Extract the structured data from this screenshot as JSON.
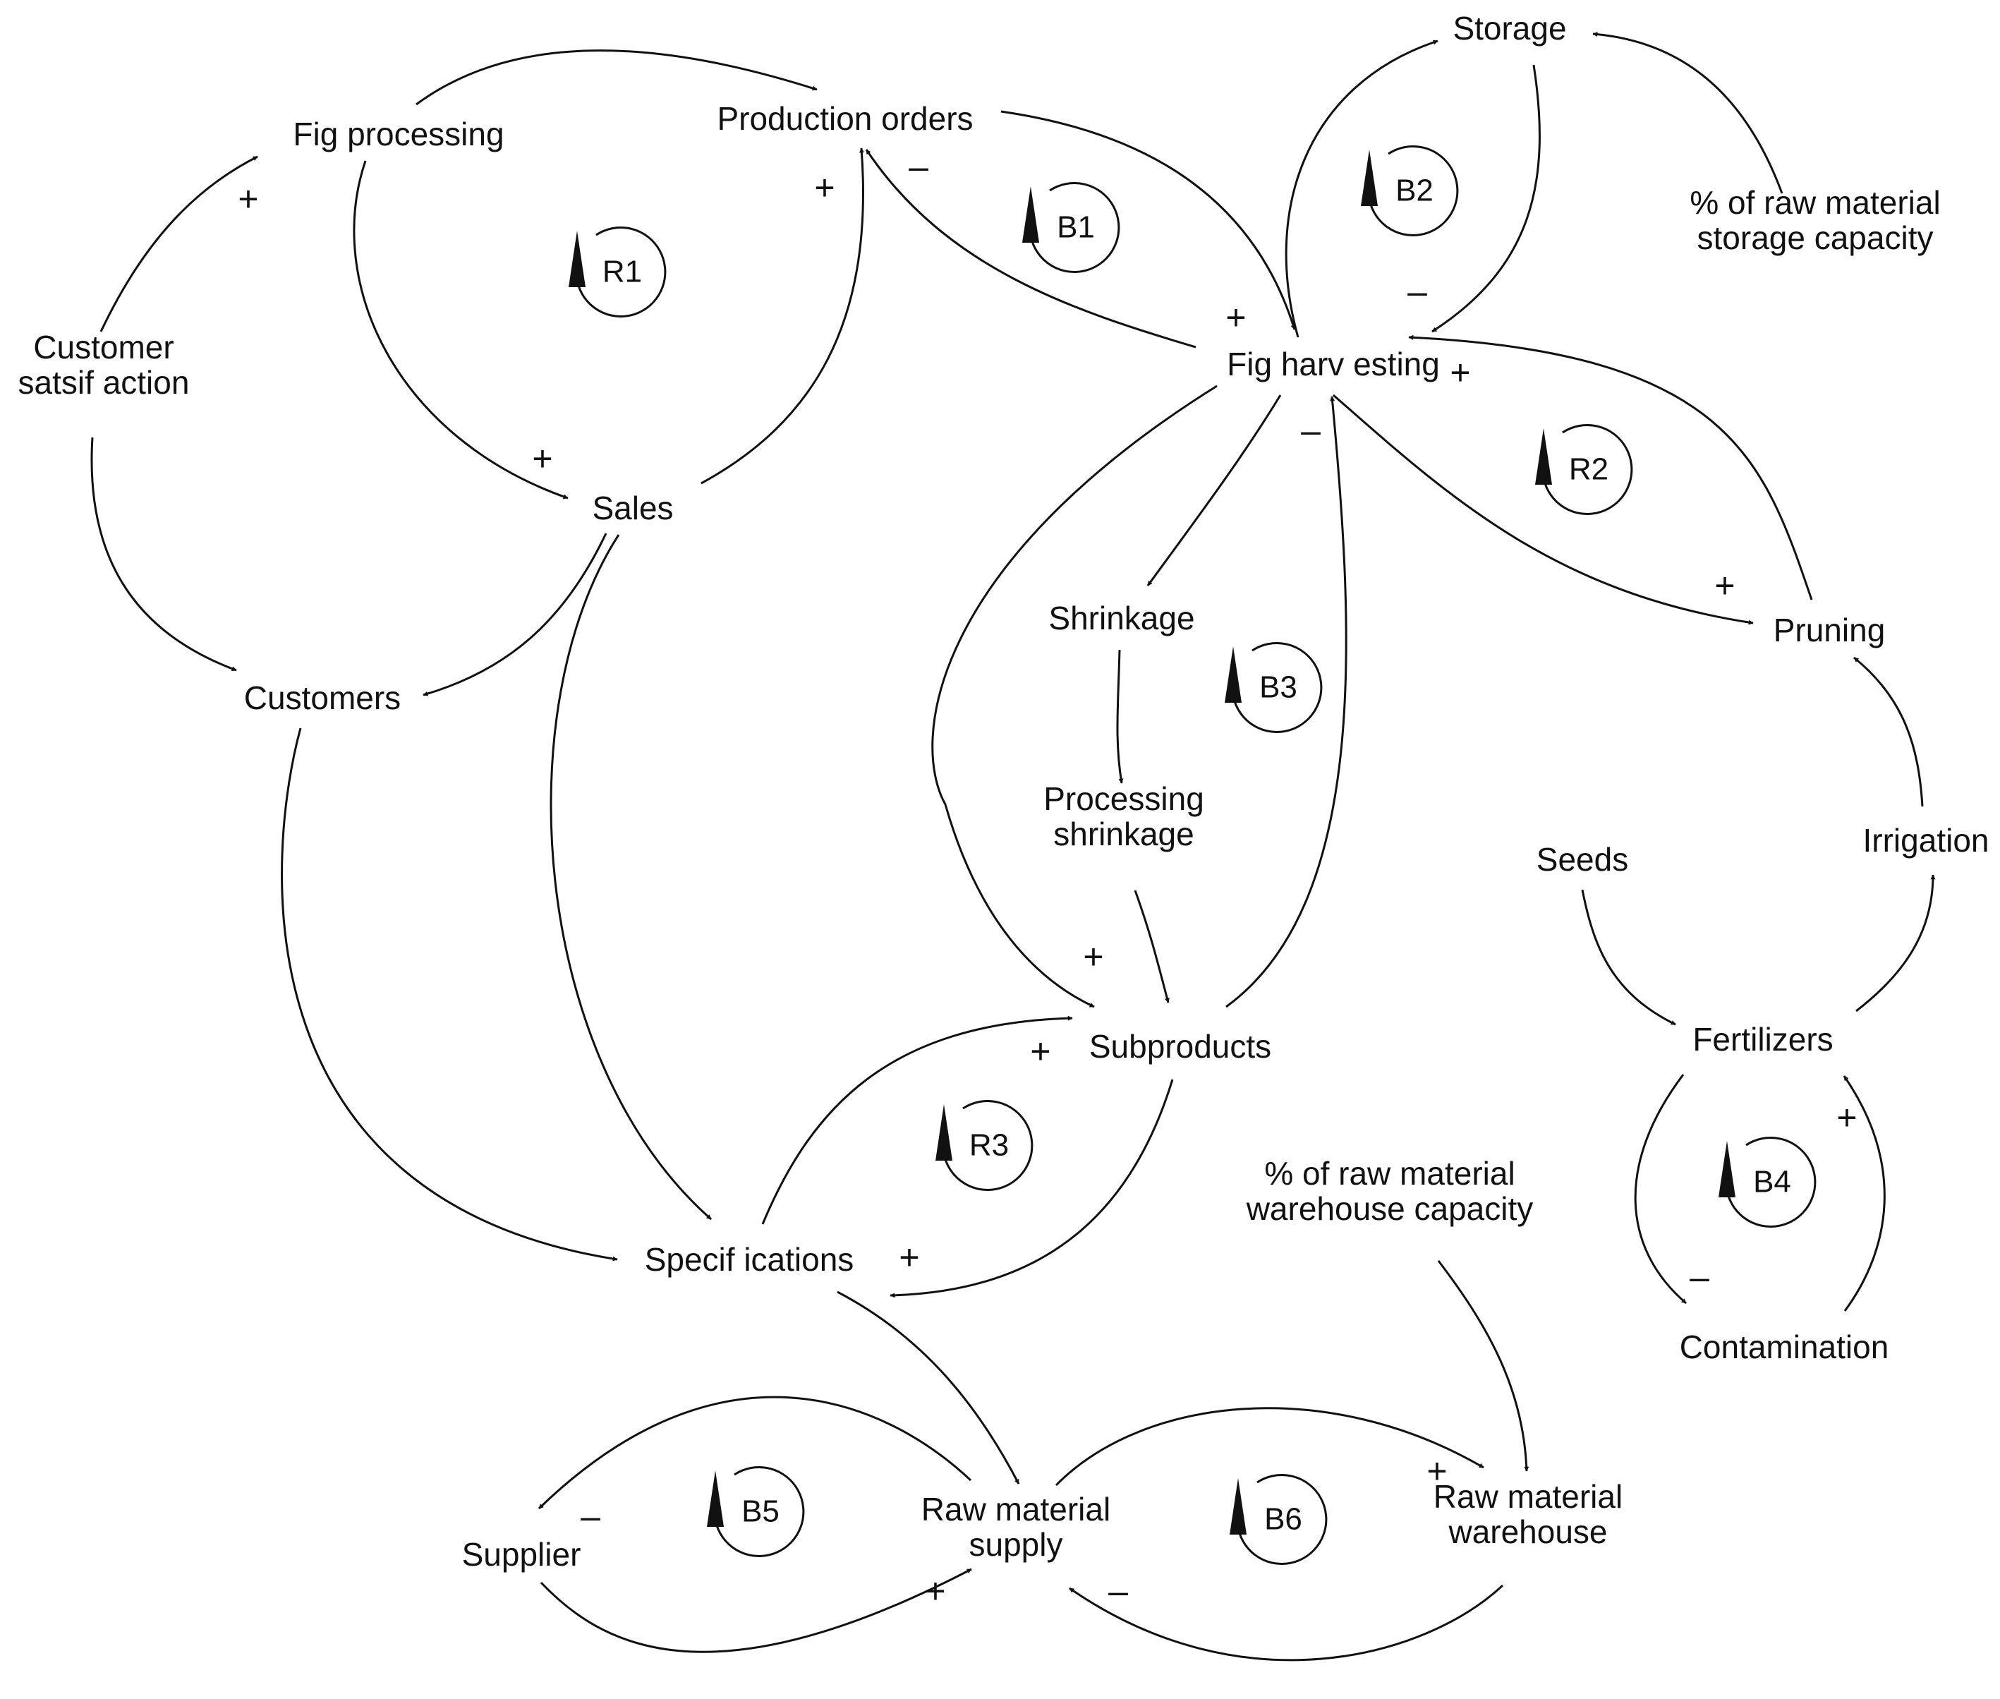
{
  "nodes": {
    "storage": [
      "Storage"
    ],
    "production_orders": [
      "Production orders"
    ],
    "fig_processing": [
      "Fig processing"
    ],
    "raw_storage_capacity": [
      "% of  raw material",
      "storage capacity"
    ],
    "customer_satisfaction": [
      "Customer",
      "satsif action"
    ],
    "fig_harvesting": [
      "Fig harv esting"
    ],
    "sales": [
      "Sales"
    ],
    "shrinkage": [
      "Shrinkage"
    ],
    "pruning": [
      "Pruning"
    ],
    "customers": [
      "Customers"
    ],
    "processing_shrinkage": [
      "Processing",
      "shrinkage"
    ],
    "irrigation": [
      "Irrigation"
    ],
    "seeds": [
      "Seeds"
    ],
    "subproducts": [
      "Subproducts"
    ],
    "fertilizers": [
      "Fertilizers"
    ],
    "warehouse_capacity": [
      "% of  raw material",
      "warehouse capacity"
    ],
    "specifications": [
      "Specif ications"
    ],
    "contamination": [
      "Contamination"
    ],
    "raw_material_warehouse": [
      "Raw material",
      "warehouse"
    ],
    "raw_material_supply": [
      "Raw material",
      "supply"
    ],
    "supplier": [
      "Supplier"
    ]
  },
  "loops": [
    "R1",
    "B1",
    "B2",
    "R2",
    "B3",
    "R3",
    "B4",
    "B5",
    "B6"
  ],
  "edges": [
    {
      "from": "fig_processing",
      "to": "production_orders",
      "polarity": ""
    },
    {
      "from": "production_orders",
      "to": "fig_harvesting",
      "polarity": "+"
    },
    {
      "from": "fig_harvesting",
      "to": "production_orders",
      "polarity": "–"
    },
    {
      "from": "sales",
      "to": "production_orders",
      "polarity": "+"
    },
    {
      "from": "fig_processing",
      "to": "sales",
      "polarity": "+"
    },
    {
      "from": "customer_satisfaction",
      "to": "fig_processing",
      "polarity": "+"
    },
    {
      "from": "customer_satisfaction",
      "to": "customers",
      "polarity": ""
    },
    {
      "from": "sales",
      "to": "customers",
      "polarity": ""
    },
    {
      "from": "customers",
      "to": "specifications",
      "polarity": ""
    },
    {
      "from": "sales",
      "to": "specifications",
      "polarity": ""
    },
    {
      "from": "fig_harvesting",
      "to": "storage",
      "polarity": ""
    },
    {
      "from": "storage",
      "to": "fig_harvesting",
      "polarity": "–"
    },
    {
      "from": "raw_storage_capacity",
      "to": "storage",
      "polarity": ""
    },
    {
      "from": "fig_harvesting",
      "to": "pruning",
      "polarity": "+"
    },
    {
      "from": "pruning",
      "to": "fig_harvesting",
      "polarity": "+"
    },
    {
      "from": "fig_harvesting",
      "to": "shrinkage",
      "polarity": ""
    },
    {
      "from": "shrinkage",
      "to": "processing_shrinkage",
      "polarity": ""
    },
    {
      "from": "processing_shrinkage",
      "to": "subproducts",
      "polarity": ""
    },
    {
      "from": "fig_harvesting",
      "to": "subproducts",
      "polarity": "+"
    },
    {
      "from": "subproducts",
      "to": "fig_harvesting",
      "polarity": "–"
    },
    {
      "from": "specifications",
      "to": "subproducts",
      "polarity": "+"
    },
    {
      "from": "subproducts",
      "to": "specifications",
      "polarity": "+"
    },
    {
      "from": "irrigation",
      "to": "pruning",
      "polarity": ""
    },
    {
      "from": "fertilizers",
      "to": "irrigation",
      "polarity": ""
    },
    {
      "from": "seeds",
      "to": "fertilizers",
      "polarity": ""
    },
    {
      "from": "fertilizers",
      "to": "contamination",
      "polarity": "–"
    },
    {
      "from": "contamination",
      "to": "fertilizers",
      "polarity": "+"
    },
    {
      "from": "specifications",
      "to": "raw_material_supply",
      "polarity": ""
    },
    {
      "from": "warehouse_capacity",
      "to": "raw_material_warehouse",
      "polarity": ""
    },
    {
      "from": "raw_material_supply",
      "to": "raw_material_warehouse",
      "polarity": "+"
    },
    {
      "from": "raw_material_warehouse",
      "to": "raw_material_supply",
      "polarity": "–"
    },
    {
      "from": "raw_material_supply",
      "to": "supplier",
      "polarity": "–"
    },
    {
      "from": "supplier",
      "to": "raw_material_supply",
      "polarity": "+"
    }
  ]
}
